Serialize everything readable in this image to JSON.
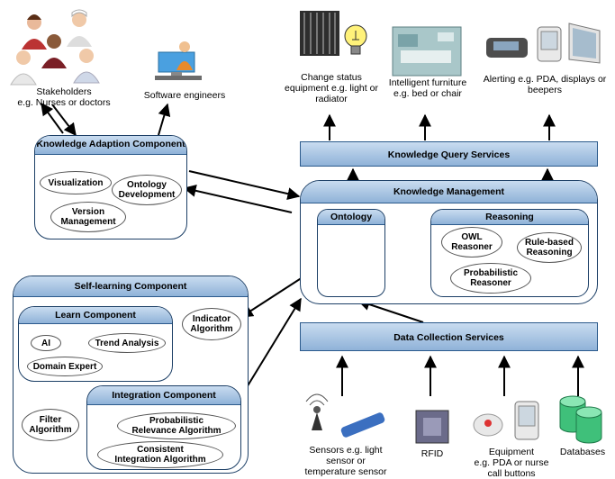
{
  "top": {
    "stakeholders": "Stakeholders\ne.g. Nurses or doctors",
    "software_engineers": "Software engineers",
    "change_status": "Change status\nequipment e.g. light or\nradiator",
    "intelligent_furniture": "Intelligent furniture\ne.g. bed or chair",
    "alerting": "Alerting e.g. PDA, displays or\nbeepers"
  },
  "knowledge_adaption": {
    "title": "Knowledge Adaption Component",
    "items": [
      "Visualization",
      "Ontology\nDevelopment",
      "Version\nManagement"
    ]
  },
  "knowledge_query": {
    "title": "Knowledge Query Services"
  },
  "knowledge_management": {
    "title": "Knowledge  Management",
    "ontology": "Ontology",
    "reasoning": "Reasoning",
    "reasoners": [
      "OWL\nReasoner",
      "Rule-based\nReasoning",
      "Probabilistic\nReasoner"
    ]
  },
  "self_learning": {
    "title": "Self-learning Component",
    "learn": {
      "title": "Learn Component",
      "items": [
        "AI",
        "Trend Analysis",
        "Domain Expert"
      ]
    },
    "indicator": "Indicator\nAlgorithm",
    "filter": "Filter\nAlgorithm",
    "integration": {
      "title": "Integration Component",
      "items": [
        "Probabilistic\nRelevance Algorithm",
        "Consistent\nIntegration Algorithm"
      ]
    }
  },
  "data_collection": {
    "title": "Data Collection Services"
  },
  "bottom": {
    "sensors": "Sensors e.g. light\nsensor or\ntemperature sensor",
    "rfid": "RFID",
    "equipment": "Equipment\ne.g. PDA or nurse\ncall buttons",
    "databases": "Databases"
  },
  "colors": {
    "bar_fill": "#8fb2d8",
    "border": "#1c3f66",
    "ontology_node": "#f2a020"
  }
}
